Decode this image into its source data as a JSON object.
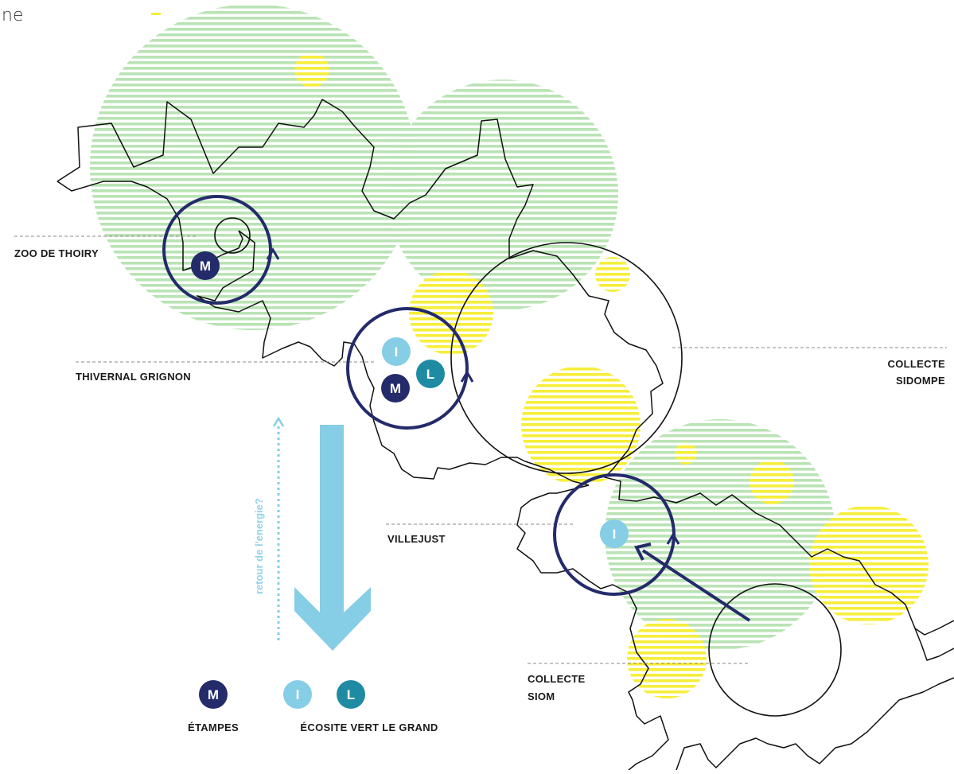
{
  "corner_text": "ne",
  "colors": {
    "green": "#b9e3b4",
    "yellow": "#f6ee3a",
    "navy": "#232b6b",
    "light_blue": "#86cde6",
    "teal": "#1e8ba3",
    "outline": "#111111",
    "dashed": "#888888"
  },
  "sites": [
    {
      "id": "zoo",
      "label": "ZOO DE THOIRY"
    },
    {
      "id": "thivernal",
      "label": "THIVERNAL GRIGNON"
    },
    {
      "id": "sidompe",
      "label_line1": "COLLECTE",
      "label_line2": "SIDOMPE"
    },
    {
      "id": "villejust",
      "label": "VILLEJUST"
    },
    {
      "id": "siom",
      "label_line1": "COLLECTE",
      "label_line2": "SIOM"
    }
  ],
  "badges": {
    "m": "M",
    "i": "I",
    "l": "L"
  },
  "energy_note": "retour de l'energie?",
  "legend": {
    "etampes": "ÉTAMPES",
    "ecosite": "ÉCOSITE VERT LE GRAND"
  }
}
